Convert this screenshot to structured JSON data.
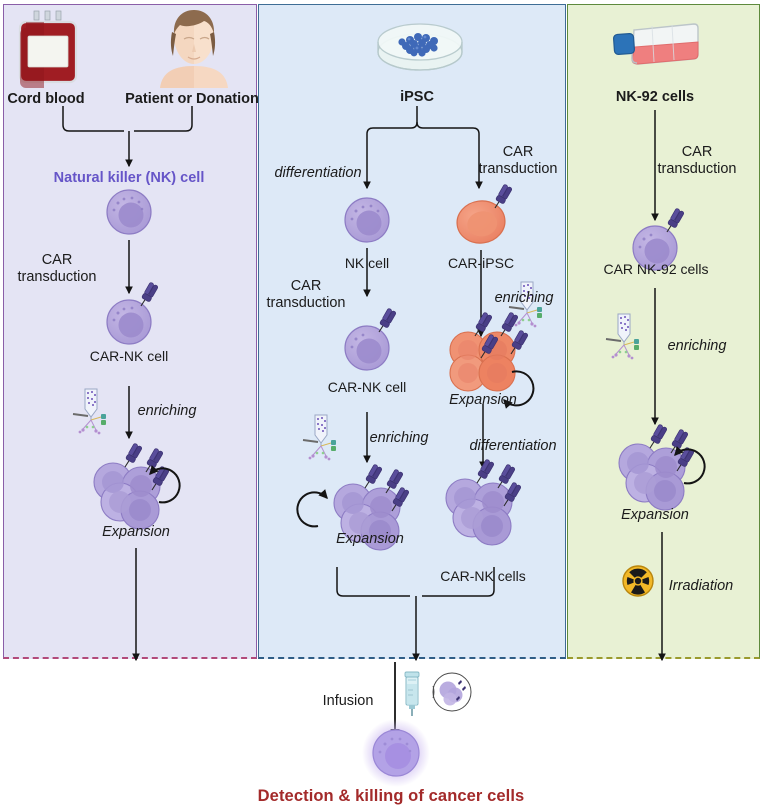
{
  "figure": {
    "type": "workflow-diagram",
    "title": "CAR-NK cell manufacturing sources and workflow",
    "final_outcome_label": "Detection & killing of cancer cells",
    "infusion_label": "Infusion"
  },
  "colors": {
    "panel_cordblood_fill": "#e4e4f4",
    "panel_cordblood_border": "#8a5ea8",
    "panel_cordblood_bottom": "#b24a7a",
    "panel_ipsc_fill": "#dde9f7",
    "panel_ipsc_border": "#3e6d95",
    "panel_ipsc_bottom": "#2f5d86",
    "panel_nk92_fill": "#e8f1d4",
    "panel_nk92_border": "#5e8a3c",
    "panel_nk92_bottom": "#9a9a2e",
    "nk_cell_purple": "#a99ad6",
    "nk_nucleus": "#9d8ccd",
    "car_receptor": "#4a3f86",
    "ipsc_orange": "#ef8c6c",
    "arrow_black": "#141414",
    "nk_label_purple": "#6655c8",
    "final_text_red": "#a32a2a",
    "blood_red": "#a01d23",
    "flask_red": "#ef7f7f",
    "irradiation_yellow": "#f2b827"
  },
  "panels": [
    {
      "id": "cordblood",
      "sources": [
        {
          "label": "Cord blood",
          "icon": "blood-bag-icon"
        },
        {
          "label": "Patient or Donation",
          "icon": "patient-portrait-icon"
        }
      ],
      "steps": [
        {
          "label": "Natural killer (NK) cell",
          "kind": "heading-accent"
        },
        {
          "label": "CAR\ntransduction",
          "kind": "process"
        },
        {
          "label": "CAR-NK cell",
          "kind": "cell"
        },
        {
          "label": "enriching",
          "kind": "process-italic",
          "icon": "enriching-column-icon"
        },
        {
          "label": "Expansion",
          "kind": "cell-italic",
          "icon": "cell-cluster-icon"
        }
      ]
    },
    {
      "id": "ipsc",
      "sources": [
        {
          "label": "iPSC",
          "icon": "petri-dish-icon"
        }
      ],
      "branch_left": {
        "steps": [
          {
            "label": "differentiation",
            "kind": "process-italic"
          },
          {
            "label": "NK cell",
            "kind": "cell"
          },
          {
            "label": "CAR\ntransduction",
            "kind": "process"
          },
          {
            "label": "CAR-NK cell",
            "kind": "cell"
          },
          {
            "label": "enriching",
            "kind": "process-italic",
            "icon": "enriching-column-icon"
          },
          {
            "label": "Expansion",
            "kind": "cell-italic",
            "icon": "cell-cluster-icon"
          }
        ]
      },
      "branch_right": {
        "steps": [
          {
            "label": "CAR\ntransduction",
            "kind": "process"
          },
          {
            "label": "CAR-iPSC",
            "kind": "cell"
          },
          {
            "label": "enriching",
            "kind": "process-italic",
            "icon": "enriching-column-icon"
          },
          {
            "label": "Expansion",
            "kind": "cell-italic",
            "icon": "ipsc-cluster-icon"
          },
          {
            "label": "differentiation",
            "kind": "process-italic"
          },
          {
            "label": "CAR-NK cells",
            "kind": "cell",
            "icon": "cell-cluster-icon"
          }
        ]
      }
    },
    {
      "id": "nk92",
      "sources": [
        {
          "label": "NK-92 cells",
          "icon": "culture-flask-icon"
        }
      ],
      "steps": [
        {
          "label": "CAR\ntransduction",
          "kind": "process"
        },
        {
          "label": "CAR NK-92 cells",
          "kind": "cell"
        },
        {
          "label": "enriching",
          "kind": "process-italic",
          "icon": "enriching-column-icon"
        },
        {
          "label": "Expansion",
          "kind": "cell-italic",
          "icon": "cell-cluster-icon"
        },
        {
          "label": "Irradiation",
          "kind": "process-italic",
          "icon": "irradiation-icon"
        }
      ]
    }
  ],
  "labels": {
    "cord_blood": "Cord blood",
    "patient_or_donation": "Patient or Donation",
    "natural_killer_cell": "Natural killer (NK) cell",
    "car_transduction": "CAR\ntransduction",
    "car_transduction_l1": "CAR",
    "car_transduction_l2": "transduction",
    "car_nk_cell": "CAR-NK cell",
    "car_nk_cells": "CAR-NK cells",
    "car_nk_92_cells": "CAR NK-92 cells",
    "nk_92_cells": "NK-92 cells",
    "nk_cell": "NK cell",
    "ipsc": "iPSC",
    "car_ipsc": "CAR-iPSC",
    "differentiation": "differentiation",
    "enriching": "enriching",
    "expansion": "Expansion",
    "irradiation": "Irradiation",
    "infusion": "Infusion",
    "detection_killing": "Detection & killing of cancer cells"
  },
  "icons": {
    "blood_bag": "blood-bag-icon",
    "patient": "patient-portrait-icon",
    "petri_dish": "petri-dish-icon",
    "culture_flask": "culture-flask-icon",
    "enriching_column": "enriching-column-icon",
    "irradiation": "irradiation-icon",
    "syringe": "syringe-icon",
    "cell_magnified": "magnified-cell-icon"
  }
}
